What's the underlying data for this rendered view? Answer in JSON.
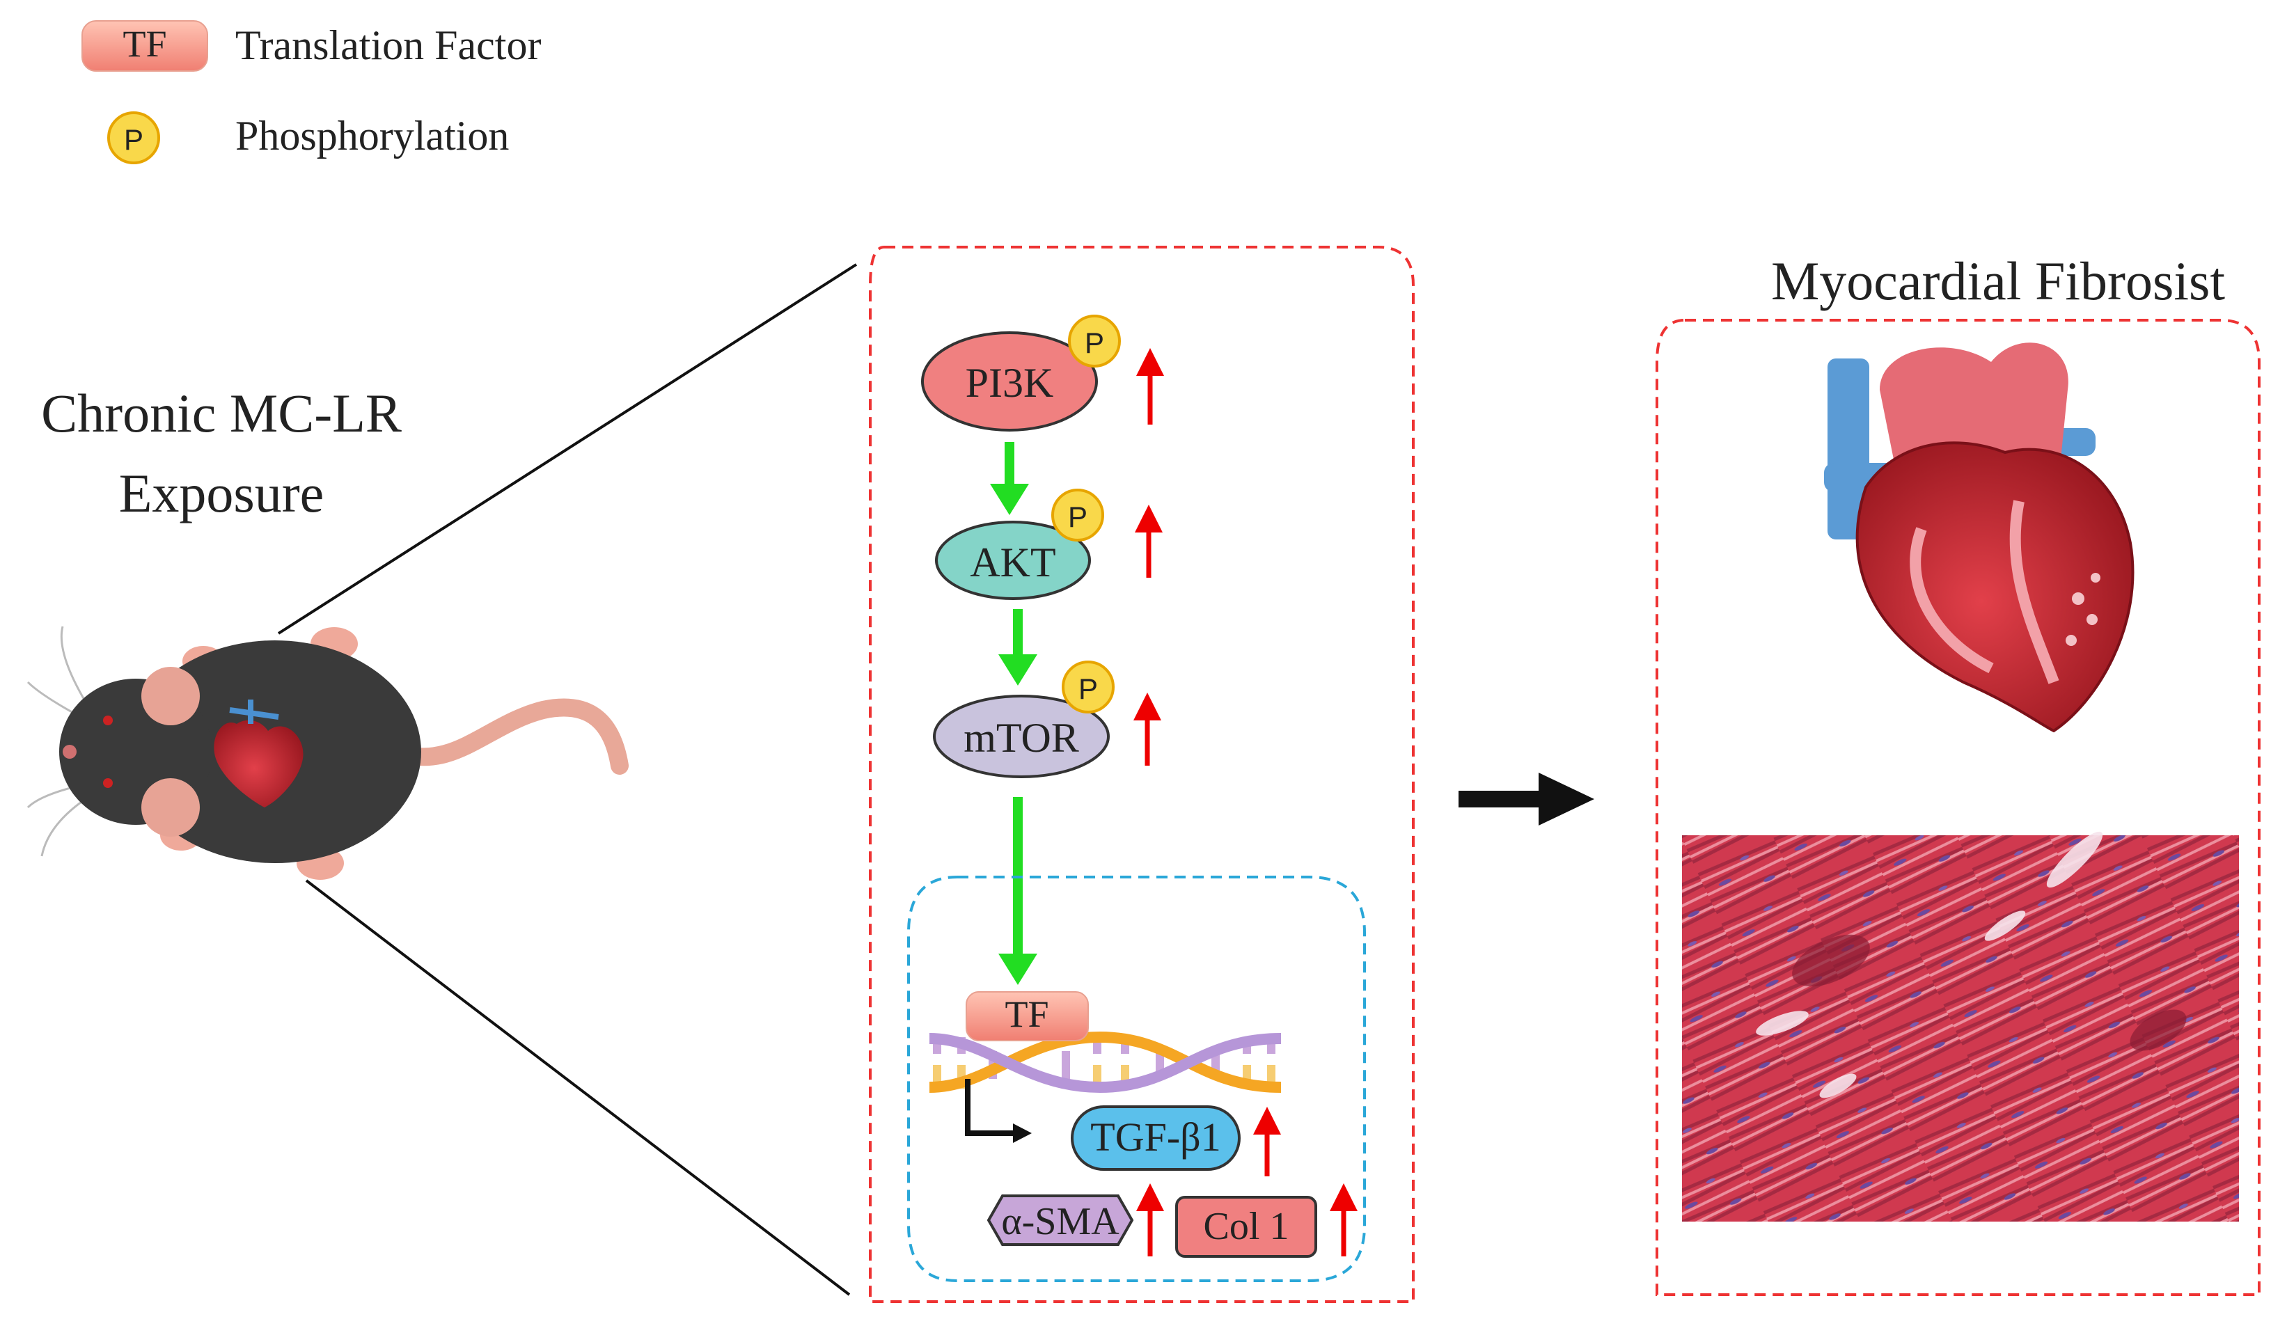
{
  "legend": {
    "tf_badge": "TF",
    "tf_label": "Translation Factor",
    "p_badge": "P",
    "p_label": "Phosphorylation"
  },
  "exposure": {
    "line1": "Chronic MC-LR",
    "line2": "Exposure"
  },
  "pathway": {
    "nodes": [
      {
        "id": "pi3k",
        "label": "PI3K",
        "phospho": "P",
        "color": "#f08080"
      },
      {
        "id": "akt",
        "label": "AKT",
        "phospho": "P",
        "color": "#84d4c8"
      },
      {
        "id": "mtor",
        "label": "mTOR",
        "phospho": "P",
        "color": "#c9c3dd"
      }
    ],
    "nucleus": {
      "tf_label": "TF",
      "targets": [
        {
          "id": "tgfb1",
          "label": "TGF-β1",
          "color": "#5bc0eb"
        },
        {
          "id": "asma",
          "label": "α-SMA",
          "color": "#c7a6d8"
        },
        {
          "id": "col1",
          "label": "Col 1",
          "color": "#f08080"
        }
      ]
    }
  },
  "outcome": {
    "title": "Myocardial Fibrosist"
  },
  "colors": {
    "pathway_arrow": "#22dd22",
    "upregulation_arrow": "#ee0000",
    "outer_dash": "#ee3333",
    "nucleus_dash": "#2aa7d8",
    "phospho_fill": "#f9d84a"
  }
}
